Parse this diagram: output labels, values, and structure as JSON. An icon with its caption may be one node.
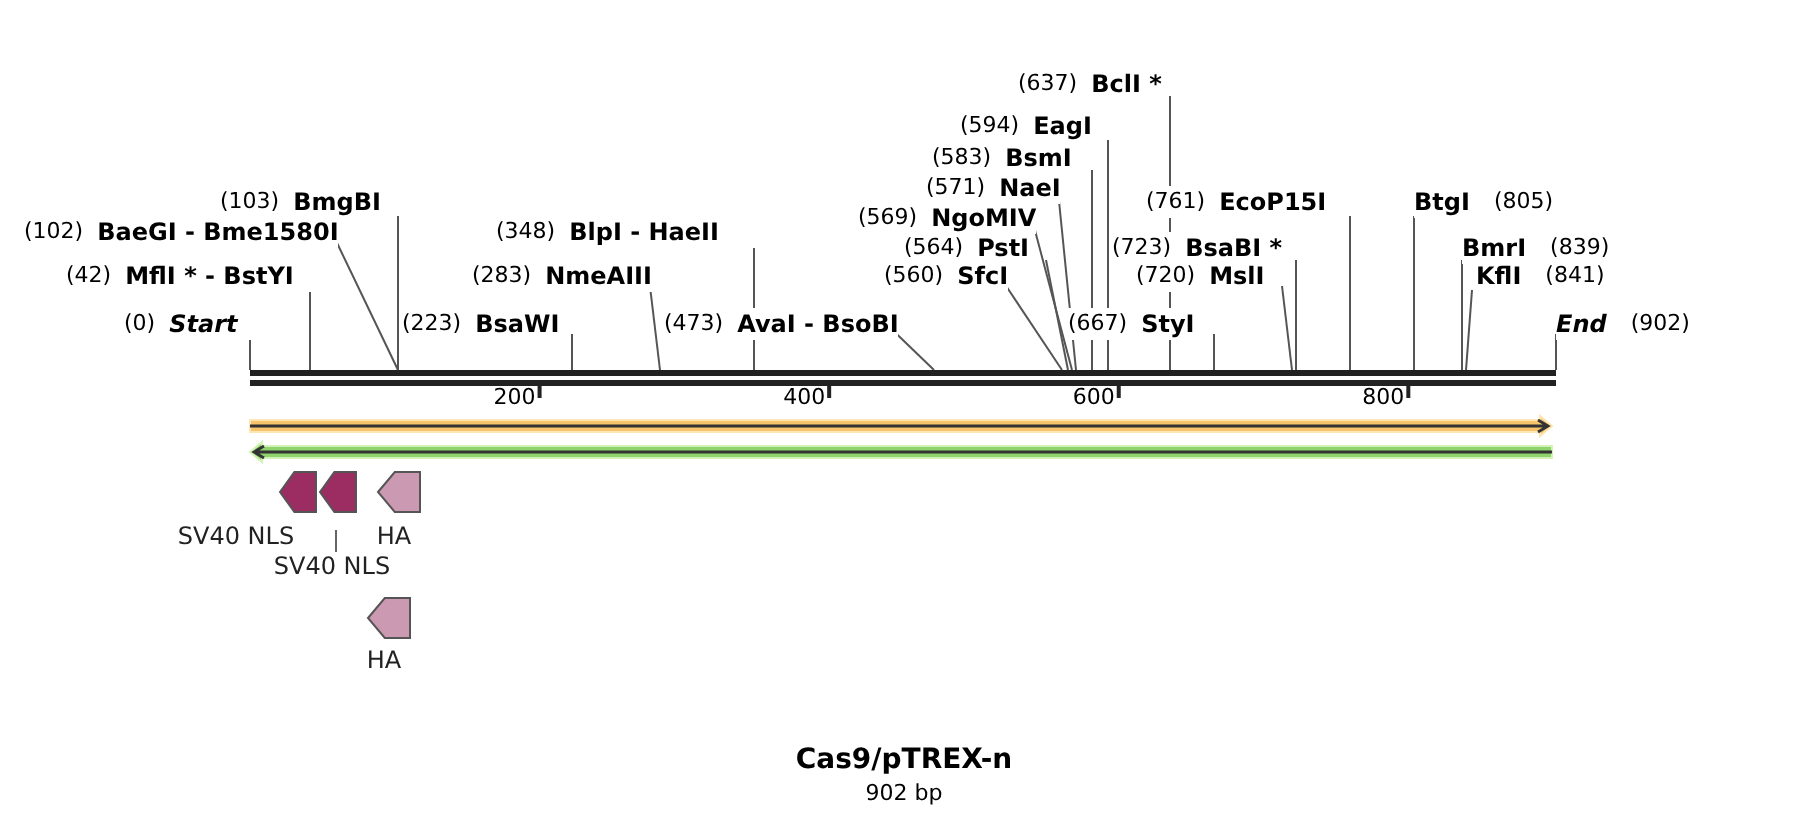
{
  "diagram": {
    "title": "Cas9/pTREX-n",
    "caption": "902 bp",
    "nodes": [
      {
        "text": [
          "(0)",
          "Start"
        ]
      },
      {
        "text": [
          "(42)",
          "MflI * - BstYI"
        ]
      },
      {
        "text": [
          "(102)",
          "BaeGI - Bme1580I"
        ]
      },
      {
        "text": [
          "(103)",
          "BmgBI"
        ]
      },
      {
        "text": [
          "(223)",
          "BsaWI"
        ]
      },
      {
        "text": [
          "(283)",
          "NmeAIII"
        ]
      },
      {
        "text": [
          "(348)",
          "BlpI - HaeII"
        ]
      },
      {
        "text": [
          "(473)",
          "AvaI - BsoBI"
        ]
      },
      {
        "text": [
          "(560)",
          "SfcI"
        ]
      },
      {
        "text": [
          "(564)",
          "PstI"
        ]
      },
      {
        "text": [
          "(569)",
          "NgoMIV"
        ]
      },
      {
        "text": [
          "(571)",
          "NaeI"
        ]
      },
      {
        "text": [
          "(583)",
          "BsmI"
        ]
      },
      {
        "text": [
          "(594)",
          "EagI"
        ]
      },
      {
        "text": [
          "(637)",
          "BclI *"
        ]
      },
      {
        "text": [
          "(667)",
          "StyI"
        ]
      },
      {
        "text": [
          "(720)",
          "MslI"
        ]
      },
      {
        "text": [
          "(723)",
          "BsaBI *"
        ]
      },
      {
        "text": [
          "(761)",
          "EcoP15I"
        ]
      },
      {
        "text": [
          "BtgI",
          "(805)"
        ]
      },
      {
        "text": [
          "BmrI",
          "(839)"
        ]
      },
      {
        "text": [
          "KflI",
          "(841)"
        ]
      },
      {
        "text": [
          "End",
          "(902)"
        ]
      },
      {
        "text": [],
        "shape": "bar"
      },
      {
        "text": [],
        "shape": "arrow"
      },
      {
        "text": [],
        "shape": "arrow"
      },
      {
        "text": [
          "SV40 NLS"
        ]
      },
      {
        "text": [
          "SV40 NLS"
        ]
      },
      {
        "text": [
          "HA"
        ]
      },
      {
        "text": [
          "HA"
        ]
      }
    ],
    "edges": [
      {
        "from": 0,
        "to": 23,
        "arrow": "none"
      },
      {
        "from": 1,
        "to": 23,
        "arrow": "none"
      },
      {
        "from": 2,
        "to": 23,
        "arrow": "none"
      },
      {
        "from": 3,
        "to": 23,
        "arrow": "none"
      },
      {
        "from": 4,
        "to": 23,
        "arrow": "none"
      },
      {
        "from": 5,
        "to": 23,
        "arrow": "none"
      },
      {
        "from": 6,
        "to": 23,
        "arrow": "none"
      },
      {
        "from": 7,
        "to": 23,
        "arrow": "none"
      },
      {
        "from": 8,
        "to": 23,
        "arrow": "none"
      },
      {
        "from": 9,
        "to": 23,
        "arrow": "none"
      },
      {
        "from": 10,
        "to": 23,
        "arrow": "none"
      },
      {
        "from": 11,
        "to": 23,
        "arrow": "none"
      },
      {
        "from": 12,
        "to": 23,
        "arrow": "none"
      },
      {
        "from": 13,
        "to": 23,
        "arrow": "none"
      },
      {
        "from": 14,
        "to": 23,
        "arrow": "none"
      },
      {
        "from": 15,
        "to": 23,
        "arrow": "none"
      },
      {
        "from": 16,
        "to": 23,
        "arrow": "none"
      },
      {
        "from": 17,
        "to": 23,
        "arrow": "none"
      },
      {
        "from": 18,
        "to": 23,
        "arrow": "none"
      },
      {
        "from": 19,
        "to": 23,
        "arrow": "none"
      },
      {
        "from": 20,
        "to": 23,
        "arrow": "none"
      },
      {
        "from": 21,
        "to": 23,
        "arrow": "none"
      },
      {
        "from": 22,
        "to": 23,
        "arrow": "none"
      }
    ],
    "labels": [
      "200",
      "400",
      "600",
      "800"
    ]
  }
}
